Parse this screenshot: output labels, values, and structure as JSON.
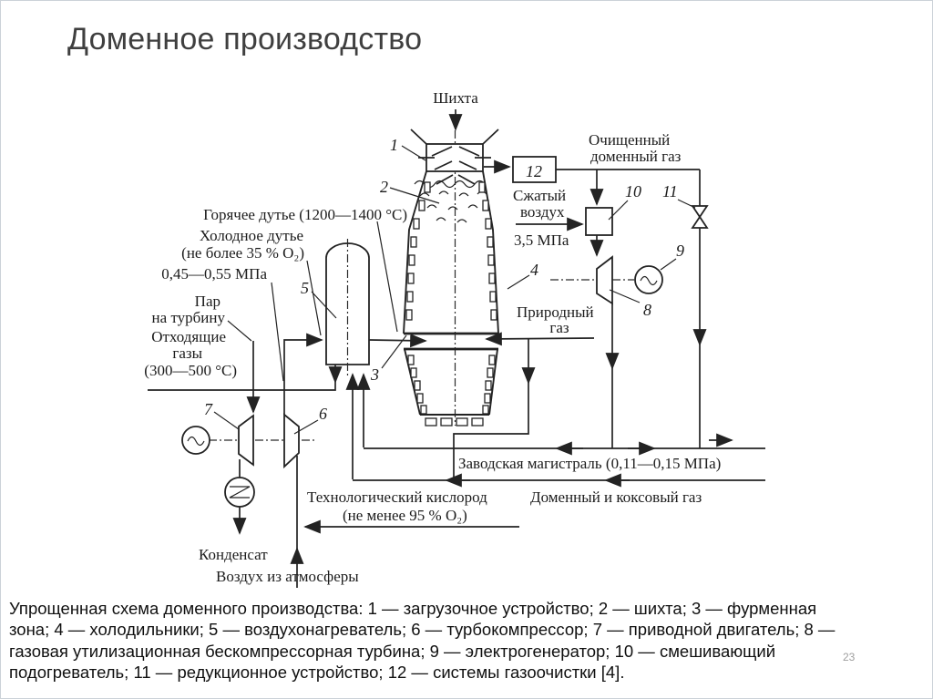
{
  "slide": {
    "title": "Доменное производство",
    "page_number": "23"
  },
  "caption": {
    "lines": [
      "Упрощенная схема доменного производства: 1 — загрузочное устройство; 2 — шихта; 3 — фурменная",
      "зона; 4 — холодильники; 5 — воздухонагреватель; 6 — турбокомпрессор; 7 — приводной двигатель; 8 —",
      "газовая утилизационная бескомпрессорная турбина; 9 — электрогенератор; 10 — смешивающий",
      "подогреватель; 11 — редукционное устройство; 12 — системы газоочистки [4]."
    ]
  },
  "colors": {
    "diagram_ink": "#232323",
    "title_color": "#3f3f3f",
    "caption_color": "#101010",
    "page_number_color": "#9e9e9e"
  },
  "diagram": {
    "labels": {
      "shihta": "Шихта",
      "ochishchennyi_1": "Очищенный",
      "ochishchennyi_2": "доменный газ",
      "szhatyi_1": "Сжатый",
      "szhatyi_2": "воздух",
      "mpa_35": "3,5 МПа",
      "goryachee": "Горячее дутье (1200—1400 °C)",
      "holodnoe_1": "Холодное дутье",
      "holodnoe_2": "(не более 35 % О₂)",
      "mpa_045": "0,45—0,55 МПа",
      "par_1": "Пар",
      "par_2": "на турбину",
      "othod_1": "Отходящие",
      "othod_2": "газы",
      "othod_3": "(300—500 °C)",
      "prirodnyi_1": "Природный",
      "prirodnyi_2": "газ",
      "zavodskaya": "Заводская магистраль (0,11—0,15 МПа)",
      "tekhnologicheskii": "Технологический кислород",
      "ne_menee": "(не менее 95 % О₂)",
      "domennyi": "Доменный и коксовый газ",
      "kondensat": "Конденсат",
      "vozduh": "Воздух из атмосферы"
    },
    "numbers": {
      "n1": "1",
      "n2": "2",
      "n3": "3",
      "n4": "4",
      "n5": "5",
      "n6": "6",
      "n7": "7",
      "n8": "8",
      "n9": "9",
      "n10": "10",
      "n11": "11",
      "n12": "12"
    }
  }
}
